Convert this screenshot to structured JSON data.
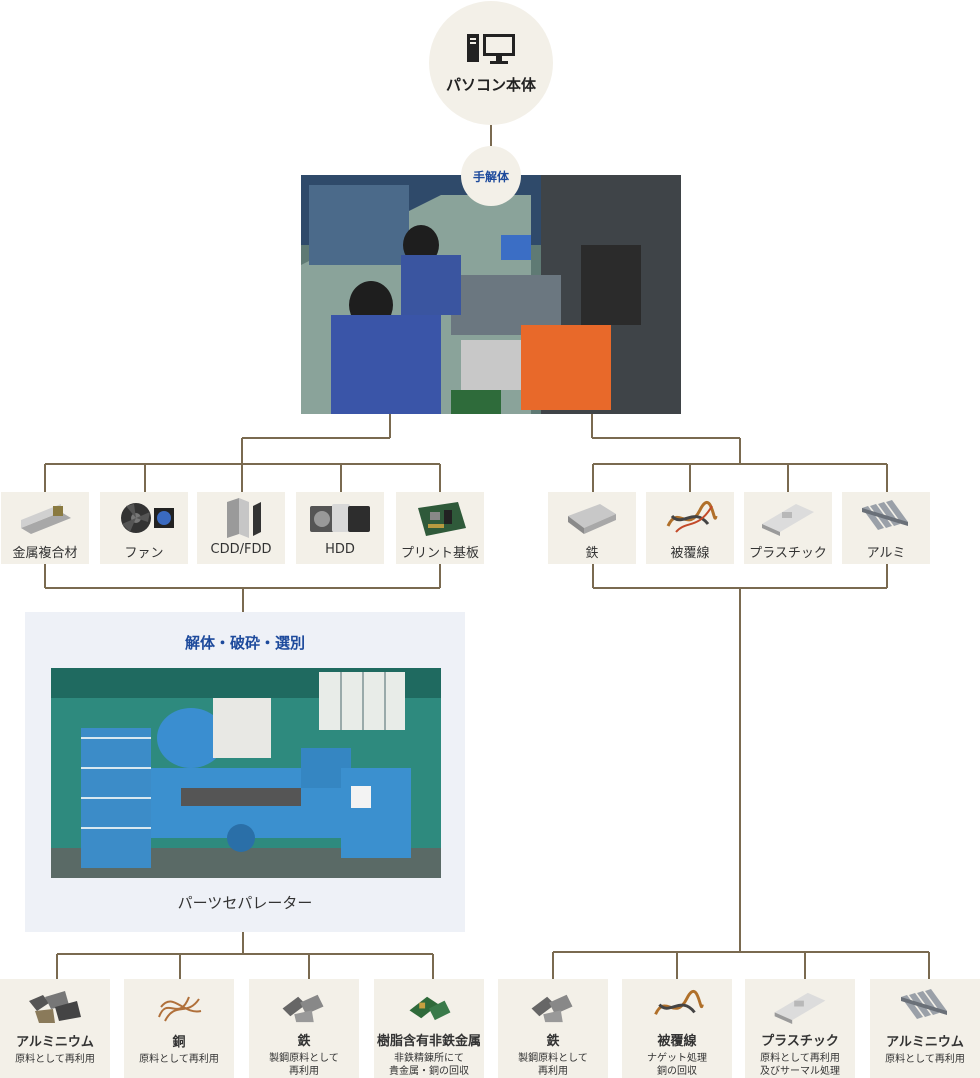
{
  "root": {
    "label": "パソコン本体",
    "icon": "desktop-pc-icon"
  },
  "step1": {
    "label": "手解体",
    "photo_icon": "manual-disassembly-photo"
  },
  "left_categories": [
    {
      "label": "金属複合材",
      "icon": "metal-composite-icon"
    },
    {
      "label": "ファン",
      "icon": "fan-icon"
    },
    {
      "label": "CDD/FDD",
      "icon": "disk-drive-icon"
    },
    {
      "label": "HDD",
      "icon": "hdd-icon"
    },
    {
      "label": "プリント基板",
      "icon": "circuit-board-icon"
    }
  ],
  "right_categories": [
    {
      "label": "鉄",
      "icon": "iron-icon"
    },
    {
      "label": "被覆線",
      "icon": "coated-wire-icon"
    },
    {
      "label": "プラスチック",
      "icon": "plastic-icon"
    },
    {
      "label": "アルミ",
      "icon": "aluminum-icon"
    }
  ],
  "separator": {
    "title": "解体・破砕・選別",
    "caption": "パーツセパレーター",
    "photo_icon": "parts-separator-machine-photo"
  },
  "left_outputs": [
    {
      "title": "アルミニウム",
      "lines": [
        "原料として再利用"
      ],
      "icon": "aluminum-scrap-icon"
    },
    {
      "title": "銅",
      "lines": [
        "原料として再利用"
      ],
      "icon": "copper-scrap-icon"
    },
    {
      "title": "鉄",
      "lines": [
        "製鋼原料として",
        "再利用"
      ],
      "icon": "iron-scrap-icon"
    },
    {
      "title": "樹脂含有非鉄金属",
      "lines": [
        "非鉄精錬所にて",
        "貴金属・銅の回収"
      ],
      "icon": "resin-nonferrous-icon"
    }
  ],
  "right_outputs": [
    {
      "title": "鉄",
      "lines": [
        "製鋼原料として",
        "再利用"
      ],
      "icon": "iron-scrap-icon"
    },
    {
      "title": "被覆線",
      "lines": [
        "ナゲット処理",
        "銅の回収"
      ],
      "icon": "coated-wire-icon"
    },
    {
      "title": "プラスチック",
      "lines": [
        "原料として再利用",
        "及びサーマル処理"
      ],
      "icon": "plastic-icon"
    },
    {
      "title": "アルミニウム",
      "lines": [
        "原料として再利用"
      ],
      "icon": "aluminum-icon"
    }
  ],
  "colors": {
    "line": "#7a6a50",
    "box": "#f3f0e8",
    "panel": "#eef1f7",
    "accent": "#1d4a9c"
  }
}
